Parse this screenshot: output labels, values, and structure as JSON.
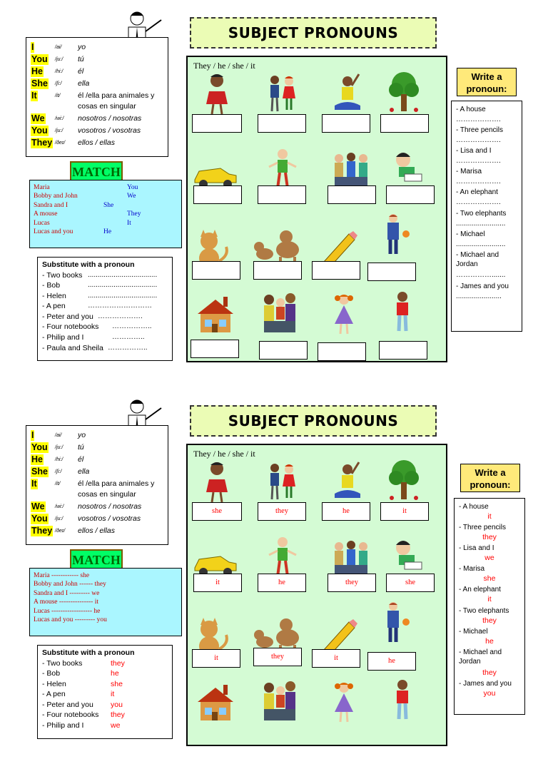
{
  "pronouns": [
    {
      "word": "I",
      "phon": "/ai/",
      "spanish": "yo"
    },
    {
      "word": "You",
      "phon": "/ju:/",
      "spanish": "tú"
    },
    {
      "word": "He",
      "phon": "/hi:/",
      "spanish": "él"
    },
    {
      "word": "She",
      "phon": "/ʃi:/",
      "spanish": "ella"
    },
    {
      "word": "It",
      "phon": "/it/",
      "spanish": "él /ella para animales y cosas en singular"
    },
    {
      "word": "We",
      "phon": "/wi:/",
      "spanish": "nosotros / nosotras"
    },
    {
      "word": "You",
      "phon": "/ju:/",
      "spanish": "vosotros / vosotras"
    },
    {
      "word": "They",
      "phon": "/ðeɪ/",
      "spanish": "ellos / ellas"
    }
  ],
  "title": "SUBJECT PRONOUNS",
  "match": {
    "title": "MATCH",
    "left": [
      "Maria",
      "Bobby and John",
      "Sandra and I",
      "A mouse",
      "Lucas",
      "Lucas and you"
    ],
    "right": [
      "You",
      "We",
      "She",
      "They",
      "It",
      "He"
    ],
    "answers": [
      "Maria ------------ she",
      "Bobby and John ------ they",
      "Sandra and I --------- we",
      "A mouse --------------- it",
      "Lucas ------------------ he",
      "Lucas and you --------- you"
    ]
  },
  "substitute": {
    "title": "Substitute with a pronoun",
    "items": [
      "- Two books",
      "- Bob",
      "- Helen",
      "- A pen",
      "- Peter and you",
      "- Four notebooks",
      "- Philip and I",
      "- Paula and Sheila"
    ],
    "dots": [
      "...................................",
      "...................................",
      "...................................",
      "………………………",
      "……………….",
      "……………..",
      "…………..",
      "…………….."
    ],
    "answers": [
      "they",
      "he",
      "she",
      "it",
      "you",
      "they",
      "we"
    ]
  },
  "panel": {
    "header": "They / he / she / it",
    "answers": [
      "she",
      "they",
      "he",
      "it",
      "it",
      "he",
      "they",
      "she",
      "it",
      "they",
      "it",
      "he"
    ]
  },
  "write": {
    "title": "Write a pronoun:",
    "items": [
      "- A house",
      "- Three pencils",
      "- Lisa and I",
      "- Marisa",
      "- An elephant",
      "- Two elephants",
      "- Michael",
      "- Michael and Jordan",
      "- James and you"
    ],
    "dots": [
      "……………….",
      "……………….",
      "……………….",
      "……………….",
      "……………….",
      ".........................",
      ".........................",
      "…………….......",
      "......................."
    ],
    "answers": [
      "it",
      "they",
      "we",
      "she",
      "it",
      "they",
      "he",
      "they",
      "you"
    ]
  },
  "colors": {
    "yellow": "#ffff00",
    "green_panel": "#d4fbd4",
    "title_bg": "#ebfcb5",
    "match_bg": "#aaf6ff",
    "answer_red": "#ff0000"
  }
}
